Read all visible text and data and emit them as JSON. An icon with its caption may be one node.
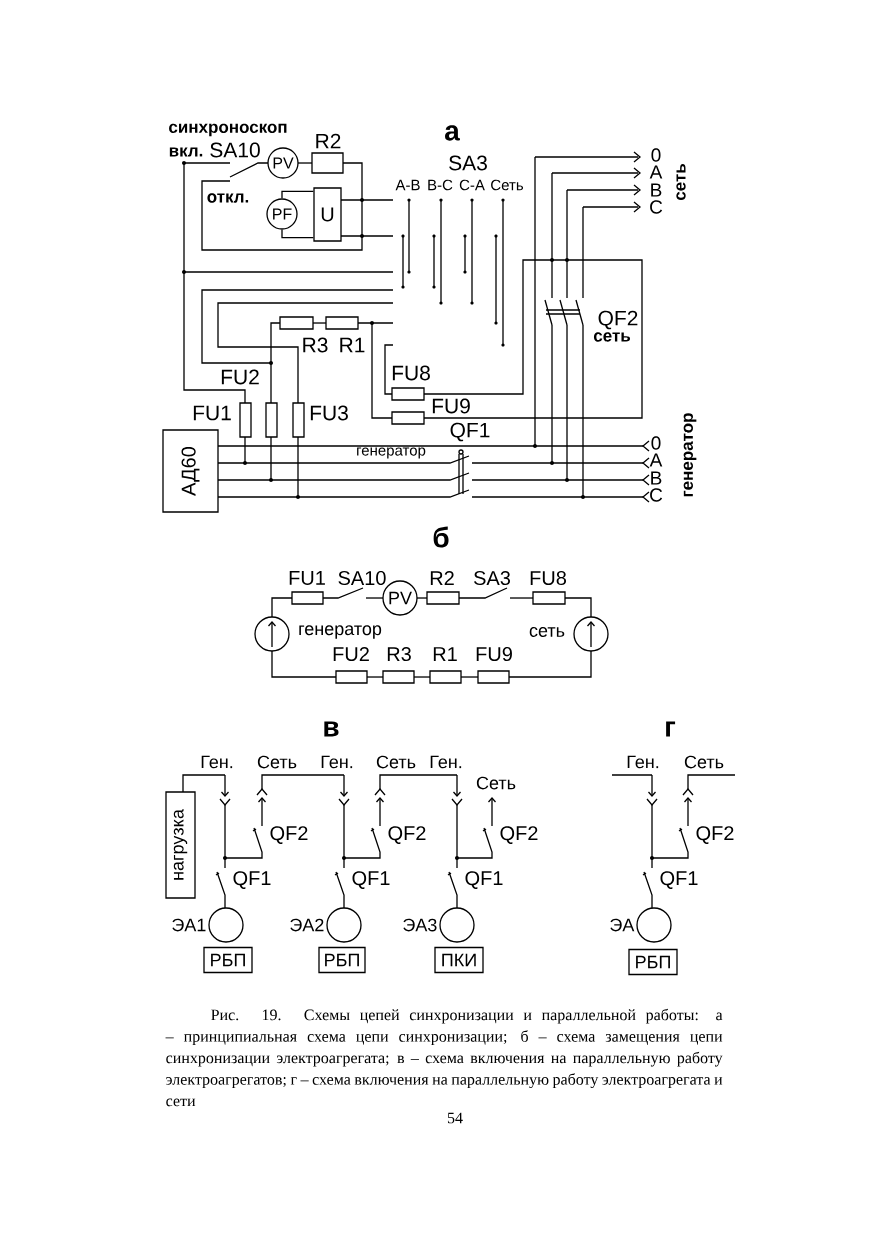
{
  "diagram": {
    "caption": "Рис. 19. Схемы цепей синхронизации и параллельной работы: а – принципиальная схема цепи синхронизации; б – схема замещения цепи синхронизации электроагрегата; в – схема включения на параллельную работу электроагрегатов; г – схема включения на параллельную работу электроагрегата и сети",
    "nodes": [
      {
        "text": [
          "PV"
        ]
      },
      {
        "text": [
          "PF"
        ]
      },
      {
        "text": [
          "U"
        ]
      },
      {
        "text": [
          "АД60"
        ]
      },
      {
        "text": [
          "PV"
        ]
      },
      {
        "text": [],
        "shape": "circle",
        "beside": [
          "генератор"
        ]
      },
      {
        "text": [],
        "shape": "circle",
        "beside": [
          "сеть"
        ]
      },
      {
        "text": [
          "нагрузка"
        ]
      },
      {
        "text": [],
        "shape": "circle",
        "beside": [
          "ЭА1"
        ]
      },
      {
        "text": [
          "РБП"
        ]
      },
      {
        "text": [],
        "shape": "circle",
        "beside": [
          "ЭА2"
        ]
      },
      {
        "text": [
          "РБП"
        ]
      },
      {
        "text": [],
        "shape": "circle",
        "beside": [
          "ЭА3"
        ]
      },
      {
        "text": [
          "ПКИ"
        ]
      },
      {
        "text": [],
        "shape": "circle",
        "beside": [
          "ЭА"
        ]
      },
      {
        "text": [
          "РБП"
        ]
      }
    ],
    "edges": [
      {
        "from": 1,
        "to": 2,
        "arrow": "none"
      },
      {
        "from": 1,
        "to": 2,
        "arrow": "none"
      }
    ],
    "labels": [
      "синхроноскоп",
      "а",
      "вкл.",
      "SA10",
      "R2",
      "SA3",
      "А-В",
      "В-С",
      "С-А",
      "Сеть",
      "0",
      "А",
      "В",
      "С",
      "сеть",
      "откл.",
      "QF2",
      "сеть",
      "R3",
      "R1",
      "FU2",
      "FU8",
      "FU9",
      "FU1",
      "FU3",
      "QF1",
      "генератор",
      "0",
      "А",
      "В",
      "С",
      "генератор",
      "б",
      "FU1",
      "SA10",
      "R2",
      "SA3",
      "FU8",
      "FU2",
      "R3",
      "R1",
      "FU9",
      "в",
      "г",
      "Ген.",
      "Сеть",
      "Ген.",
      "Сеть",
      "Ген.",
      "Сеть",
      "Ген.",
      "Сеть",
      "QF2",
      "QF2",
      "QF2",
      "QF2",
      "QF1",
      "QF1",
      "QF1",
      "QF1",
      "54"
    ]
  }
}
